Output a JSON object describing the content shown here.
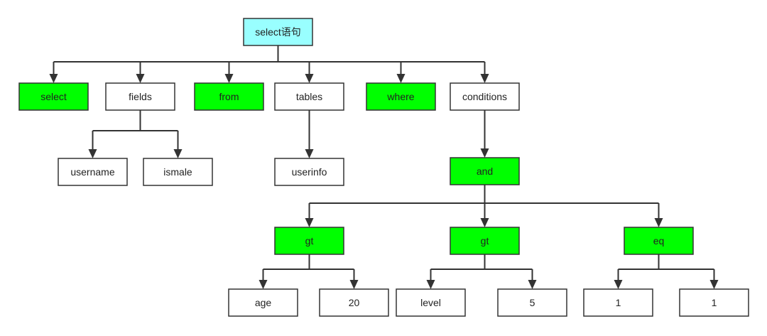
{
  "colors": {
    "root": "#99ffff",
    "keyword": "#00ff00",
    "plain": "#ffffff",
    "line": "#333333"
  },
  "nodes": [
    {
      "id": "root",
      "label": "select语句",
      "kind": "root"
    },
    {
      "id": "select",
      "label": "select",
      "kind": "keyword"
    },
    {
      "id": "fields",
      "label": "fields",
      "kind": "plain"
    },
    {
      "id": "from",
      "label": "from",
      "kind": "keyword"
    },
    {
      "id": "tables",
      "label": "tables",
      "kind": "plain"
    },
    {
      "id": "where",
      "label": "where",
      "kind": "keyword"
    },
    {
      "id": "conditions",
      "label": "conditions",
      "kind": "plain"
    },
    {
      "id": "username",
      "label": "username",
      "kind": "plain"
    },
    {
      "id": "ismale",
      "label": "ismale",
      "kind": "plain"
    },
    {
      "id": "userinfo",
      "label": "userinfo",
      "kind": "plain"
    },
    {
      "id": "and",
      "label": "and",
      "kind": "keyword"
    },
    {
      "id": "gt1",
      "label": "gt",
      "kind": "keyword"
    },
    {
      "id": "gt2",
      "label": "gt",
      "kind": "keyword"
    },
    {
      "id": "eq",
      "label": "eq",
      "kind": "keyword"
    },
    {
      "id": "age",
      "label": "age",
      "kind": "plain"
    },
    {
      "id": "n20",
      "label": "20",
      "kind": "plain"
    },
    {
      "id": "level",
      "label": "level",
      "kind": "plain"
    },
    {
      "id": "n5",
      "label": "5",
      "kind": "plain"
    },
    {
      "id": "one1",
      "label": "1",
      "kind": "plain"
    },
    {
      "id": "one2",
      "label": "1",
      "kind": "plain"
    }
  ],
  "edges": [
    {
      "from": "root",
      "to": [
        "select",
        "fields",
        "from",
        "tables",
        "where",
        "conditions"
      ]
    },
    {
      "from": "fields",
      "to": [
        "username",
        "ismale"
      ]
    },
    {
      "from": "tables",
      "to": [
        "userinfo"
      ]
    },
    {
      "from": "conditions",
      "to": [
        "and"
      ]
    },
    {
      "from": "and",
      "to": [
        "gt1",
        "gt2",
        "eq"
      ]
    },
    {
      "from": "gt1",
      "to": [
        "age",
        "n20"
      ]
    },
    {
      "from": "gt2",
      "to": [
        "level",
        "n5"
      ]
    },
    {
      "from": "eq",
      "to": [
        "one1",
        "one2"
      ]
    }
  ]
}
